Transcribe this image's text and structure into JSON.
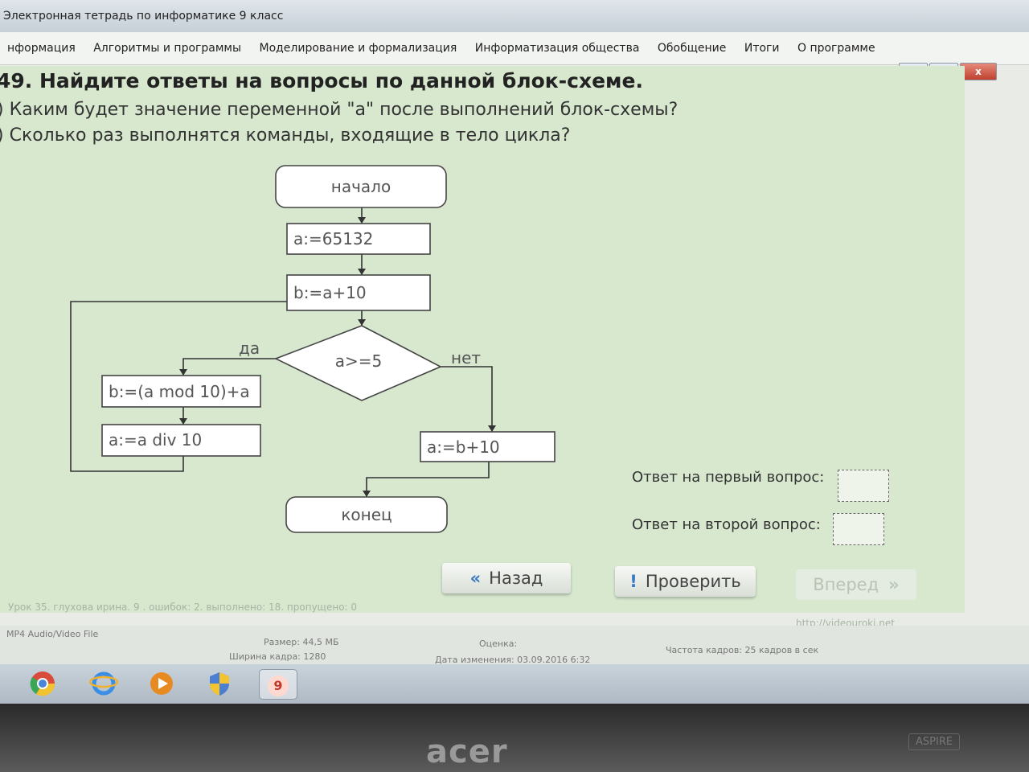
{
  "window": {
    "title": "Электронная тетрадь по информатике 9 класс",
    "controls": {
      "minimize": "–",
      "maximize": "□",
      "close": "x"
    }
  },
  "menu": [
    {
      "label": "нформация"
    },
    {
      "label": "Алгоритмы и программы"
    },
    {
      "label": "Моделирование и формализация"
    },
    {
      "label": "Информатизация общества"
    },
    {
      "label": "Обобщение"
    },
    {
      "label": "Итоги"
    },
    {
      "label": "О программе"
    }
  ],
  "task": {
    "title": "49. Найдите ответы на вопросы по данной блок-схеме.",
    "q1": ") Каким будет значение переменной \"а\" после выполнений блок-схемы?",
    "q2": ") Сколько раз выполнятся команды, входящие в тело цикла?"
  },
  "flowchart": {
    "start": "начало",
    "assign_a": "a:=65132",
    "assign_b": "b:=a+10",
    "condition": "a>=5",
    "yes": "да",
    "no": "нет",
    "loop_body_1": "b:=(a mod 10)+a",
    "loop_body_2": "a:=a div 10",
    "after_loop": "a:=b+10",
    "end": "конец"
  },
  "answers": {
    "first_label": "Ответ на первый вопрос:",
    "first_value": "",
    "second_label": "Ответ на второй вопрос:",
    "second_value": ""
  },
  "nav": {
    "back_icon": "«",
    "back": "Назад",
    "check_icon": "!",
    "check": "Проверить",
    "forward": "Вперед",
    "forward_icon": "»"
  },
  "status": {
    "line": "Урок 35. глухова ирина. 9 . ошибок: 2. выполнено: 18. пропущено: 0",
    "url": "http://videouroki.net"
  },
  "file_info": {
    "type": "MP4 Audio/Video File",
    "size": "Размер: 44,5 МБ",
    "frame_width": "Ширина кадра: 1280",
    "rating": "Оценка:",
    "modified": "Дата изменения: 03.09.2016 6:32",
    "fps": "Частота кадров: 25 кадров в сек"
  },
  "taskbar": {
    "icons": [
      "chrome-icon",
      "ie-icon",
      "media-player-icon",
      "security-shield-icon",
      "notebook-app-icon"
    ],
    "notebook_badge": "9"
  },
  "colors": {
    "content_bg": "#d7e8cf",
    "accent_blue": "#3a78c4"
  },
  "bezel": {
    "brand": "acer",
    "model": "ASPIRE"
  }
}
